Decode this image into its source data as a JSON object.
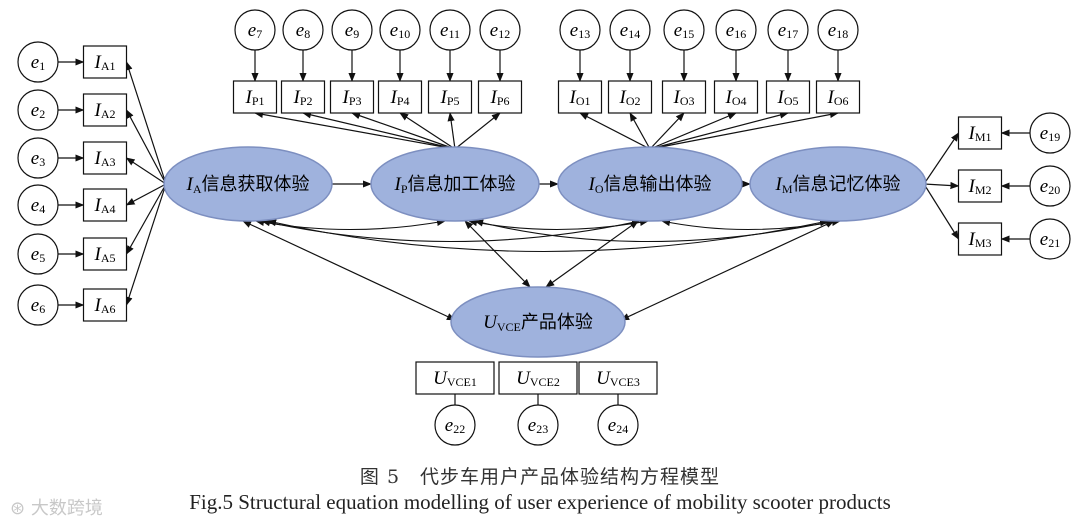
{
  "error_terms": [
    {
      "letter": "e",
      "sub": "1"
    },
    {
      "letter": "e",
      "sub": "2"
    },
    {
      "letter": "e",
      "sub": "3"
    },
    {
      "letter": "e",
      "sub": "4"
    },
    {
      "letter": "e",
      "sub": "5"
    },
    {
      "letter": "e",
      "sub": "6"
    },
    {
      "letter": "e",
      "sub": "7"
    },
    {
      "letter": "e",
      "sub": "8"
    },
    {
      "letter": "e",
      "sub": "9"
    },
    {
      "letter": "e",
      "sub": "10"
    },
    {
      "letter": "e",
      "sub": "11"
    },
    {
      "letter": "e",
      "sub": "12"
    },
    {
      "letter": "e",
      "sub": "13"
    },
    {
      "letter": "e",
      "sub": "14"
    },
    {
      "letter": "e",
      "sub": "15"
    },
    {
      "letter": "e",
      "sub": "16"
    },
    {
      "letter": "e",
      "sub": "17"
    },
    {
      "letter": "e",
      "sub": "18"
    },
    {
      "letter": "e",
      "sub": "19"
    },
    {
      "letter": "e",
      "sub": "20"
    },
    {
      "letter": "e",
      "sub": "21"
    },
    {
      "letter": "e",
      "sub": "22"
    },
    {
      "letter": "e",
      "sub": "23"
    },
    {
      "letter": "e",
      "sub": "24"
    }
  ],
  "indicators": [
    {
      "letter": "I",
      "sub": "A1"
    },
    {
      "letter": "I",
      "sub": "A2"
    },
    {
      "letter": "I",
      "sub": "A3"
    },
    {
      "letter": "I",
      "sub": "A4"
    },
    {
      "letter": "I",
      "sub": "A5"
    },
    {
      "letter": "I",
      "sub": "A6"
    },
    {
      "letter": "I",
      "sub": "P1"
    },
    {
      "letter": "I",
      "sub": "P2"
    },
    {
      "letter": "I",
      "sub": "P3"
    },
    {
      "letter": "I",
      "sub": "P4"
    },
    {
      "letter": "I",
      "sub": "P5"
    },
    {
      "letter": "I",
      "sub": "P6"
    },
    {
      "letter": "I",
      "sub": "O1"
    },
    {
      "letter": "I",
      "sub": "O2"
    },
    {
      "letter": "I",
      "sub": "O3"
    },
    {
      "letter": "I",
      "sub": "O4"
    },
    {
      "letter": "I",
      "sub": "O5"
    },
    {
      "letter": "I",
      "sub": "O6"
    },
    {
      "letter": "I",
      "sub": "M1"
    },
    {
      "letter": "I",
      "sub": "M2"
    },
    {
      "letter": "I",
      "sub": "M3"
    },
    {
      "letter": "U",
      "sub": "VCE1"
    },
    {
      "letter": "U",
      "sub": "VCE2"
    },
    {
      "letter": "U",
      "sub": "VCE3"
    }
  ],
  "latents": [
    {
      "letter": "I",
      "sub": "A",
      "text": "信息获取体验"
    },
    {
      "letter": "I",
      "sub": "P",
      "text": "信息加工体验"
    },
    {
      "letter": "I",
      "sub": "O",
      "text": "信息输出体验"
    },
    {
      "letter": "I",
      "sub": "M",
      "text": "信息记忆体验"
    },
    {
      "letter": "U",
      "sub": "VCE",
      "text": "产品体验"
    }
  ],
  "colors": {
    "latent_fill": "#9fb2dd",
    "latent_stroke": "#7d8fc0",
    "line": "#111111"
  },
  "caption": {
    "cn": "图 5　代步车用户产品体验结构方程模型",
    "en": "Fig.5 Structural equation modelling of user experience of mobility scooter products"
  },
  "watermark": "大数跨境"
}
